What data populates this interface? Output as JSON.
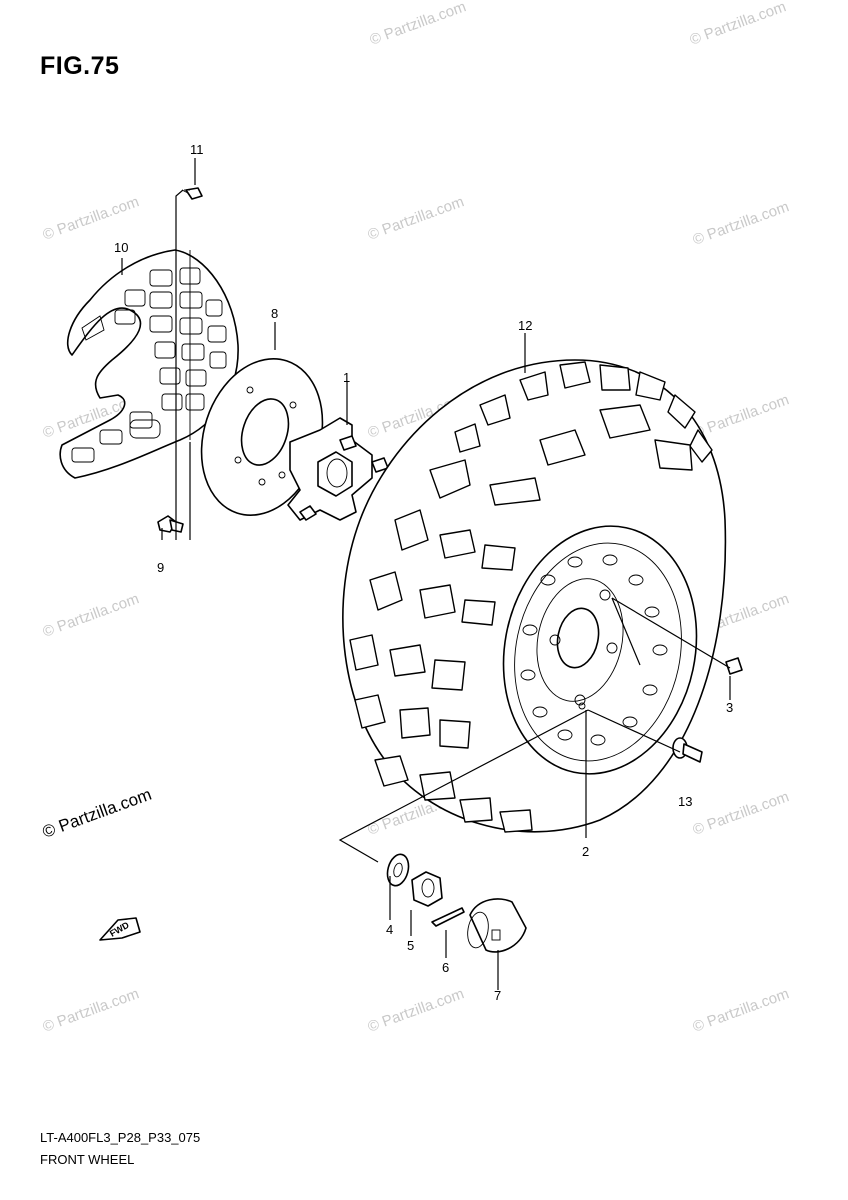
{
  "figure": {
    "title": "FIG.75",
    "drawing_code": "LT-A400FL3_P28_P33_075",
    "caption": "FRONT WHEEL"
  },
  "watermark": {
    "text": "© Partzilla.com",
    "color": "#c9c9c9"
  },
  "fwd_label": "FWD",
  "callouts": [
    {
      "number": "1",
      "part": "hub"
    },
    {
      "number": "2",
      "part": "wheel rim"
    },
    {
      "number": "3",
      "part": "nut"
    },
    {
      "number": "4",
      "part": "washer"
    },
    {
      "number": "5",
      "part": "castle nut"
    },
    {
      "number": "6",
      "part": "cotter pin"
    },
    {
      "number": "7",
      "part": "hub cap"
    },
    {
      "number": "8",
      "part": "brake disc"
    },
    {
      "number": "9",
      "part": "bolt"
    },
    {
      "number": "10",
      "part": "disc cover"
    },
    {
      "number": "11",
      "part": "bolt"
    },
    {
      "number": "12",
      "part": "tire"
    },
    {
      "number": "13",
      "part": "valve stem"
    }
  ]
}
